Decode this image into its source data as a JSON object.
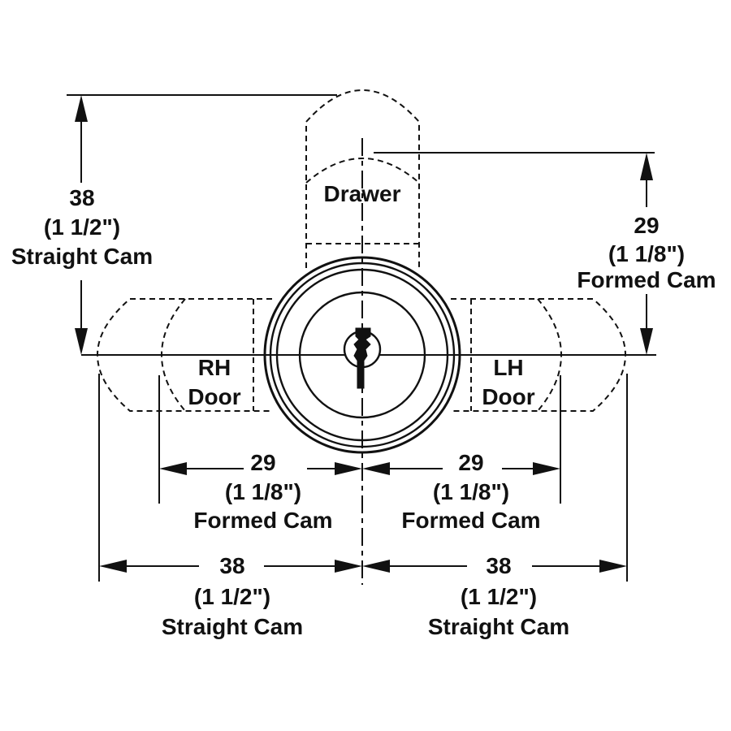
{
  "drawer_label": "Drawer",
  "rh_door": {
    "line1": "RH",
    "line2": "Door"
  },
  "lh_door": {
    "line1": "LH",
    "line2": "Door"
  },
  "dim_vertical_left": {
    "metric": "38",
    "imperial": "(1 1/2\")",
    "cam": "Straight Cam"
  },
  "dim_vertical_right": {
    "metric": "29",
    "imperial": "(1 1/8\")",
    "cam": "Formed Cam"
  },
  "dim_formed_left": {
    "metric": "29",
    "imperial": "(1 1/8\")",
    "cam": "Formed Cam"
  },
  "dim_formed_right": {
    "metric": "29",
    "imperial": "(1 1/8\")",
    "cam": "Formed Cam"
  },
  "dim_straight_left": {
    "metric": "38",
    "imperial": "(1 1/2\")",
    "cam": "Straight Cam"
  },
  "dim_straight_right": {
    "metric": "38",
    "imperial": "(1 1/2\")",
    "cam": "Straight Cam"
  }
}
